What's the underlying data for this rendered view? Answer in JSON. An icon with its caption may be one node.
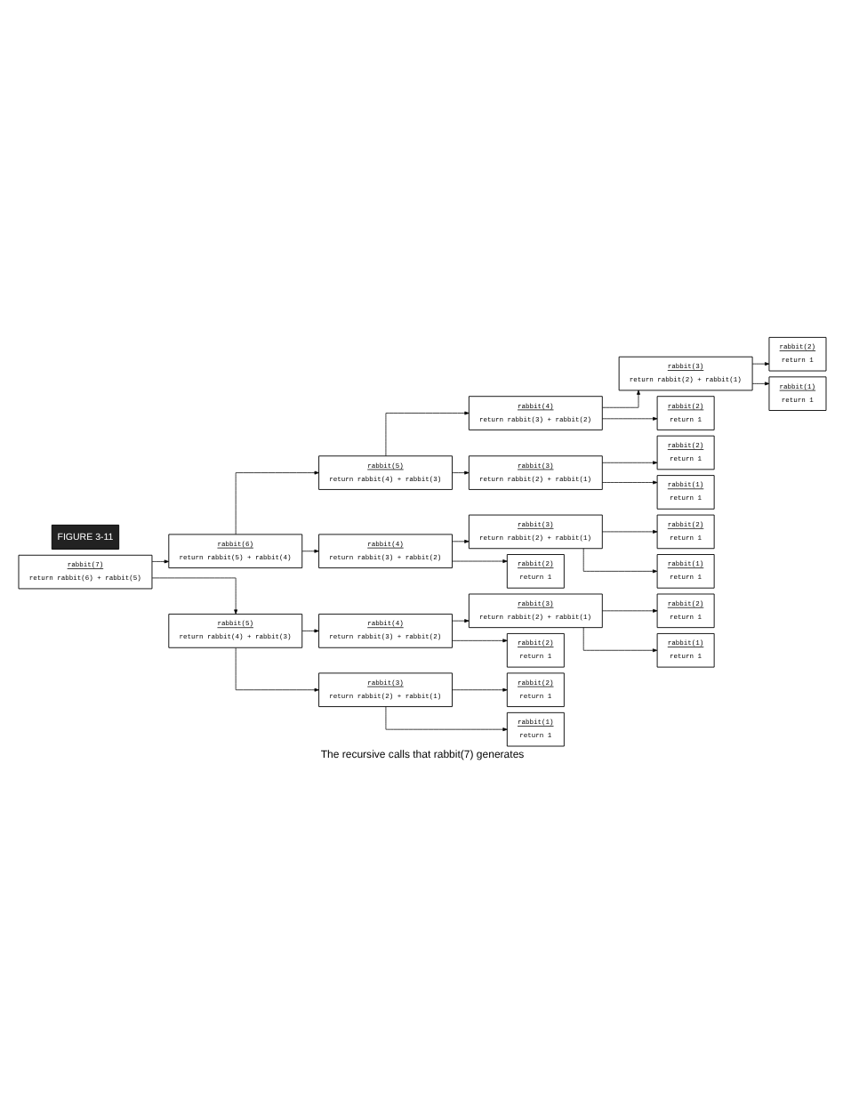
{
  "diagram": {
    "caption": "The recursive calls that rabbit(7) generates",
    "nodes": [
      {
        "text": [
          "rabbit(7)",
          "return rabbit(6) + rabbit(5)"
        ]
      },
      {
        "text": [
          "rabbit(6)",
          "return rabbit(5) + rabbit(4)"
        ]
      },
      {
        "text": [
          "rabbit(5)",
          "return rabbit(4) + rabbit(3)"
        ]
      },
      {
        "text": [
          "rabbit(4)",
          "return rabbit(3) + rabbit(2)"
        ]
      },
      {
        "text": [
          "rabbit(3)",
          "return rabbit(2) + rabbit(1)"
        ]
      },
      {
        "text": [
          "rabbit(2)",
          "return 1"
        ]
      },
      {
        "text": [
          "rabbit(1)",
          "return 1"
        ]
      },
      {
        "text": [
          "rabbit(2)",
          "return 1"
        ]
      },
      {
        "text": [
          "rabbit(3)",
          "return rabbit(2) + rabbit(1)"
        ]
      },
      {
        "text": [
          "rabbit(2)",
          "return 1"
        ]
      },
      {
        "text": [
          "rabbit(1)",
          "return 1"
        ]
      },
      {
        "text": [
          "rabbit(4)",
          "return rabbit(3) + rabbit(2)"
        ]
      },
      {
        "text": [
          "rabbit(3)",
          "return rabbit(2) + rabbit(1)"
        ]
      },
      {
        "text": [
          "rabbit(2)",
          "return 1"
        ]
      },
      {
        "text": [
          "rabbit(1)",
          "return 1"
        ]
      },
      {
        "text": [
          "rabbit(2)",
          "return 1"
        ]
      },
      {
        "text": [
          "rabbit(5)",
          "return rabbit(4) + rabbit(3)"
        ]
      },
      {
        "text": [
          "rabbit(4)",
          "return rabbit(3) + rabbit(2)"
        ]
      },
      {
        "text": [
          "rabbit(3)",
          "return rabbit(2) + rabbit(1)"
        ]
      },
      {
        "text": [
          "rabbit(2)",
          "return 1"
        ]
      },
      {
        "text": [
          "rabbit(1)",
          "return 1"
        ]
      },
      {
        "text": [
          "rabbit(2)",
          "return 1"
        ]
      },
      {
        "text": [
          "rabbit(3)",
          "return rabbit(2) + rabbit(1)"
        ]
      },
      {
        "text": [
          "rabbit(2)",
          "return 1"
        ]
      },
      {
        "text": [
          "rabbit(1)",
          "return 1"
        ]
      }
    ],
    "edges": [
      {
        "from": 0,
        "to": 1,
        "arrow": "to"
      },
      {
        "from": 1,
        "to": 2,
        "arrow": "to"
      },
      {
        "from": 2,
        "to": 3,
        "arrow": "to"
      },
      {
        "from": 3,
        "to": 4,
        "arrow": "to"
      },
      {
        "from": 4,
        "to": 5,
        "arrow": "to"
      },
      {
        "from": 4,
        "to": 6,
        "arrow": "to"
      },
      {
        "from": 3,
        "to": 7,
        "arrow": "to"
      },
      {
        "from": 2,
        "to": 8,
        "arrow": "to"
      },
      {
        "from": 8,
        "to": 9,
        "arrow": "to"
      },
      {
        "from": 8,
        "to": 10,
        "arrow": "to"
      },
      {
        "from": 1,
        "to": 11,
        "arrow": "to"
      },
      {
        "from": 11,
        "to": 12,
        "arrow": "to"
      },
      {
        "from": 12,
        "to": 13,
        "arrow": "to"
      },
      {
        "from": 12,
        "to": 14,
        "arrow": "to"
      },
      {
        "from": 11,
        "to": 15,
        "arrow": "to"
      },
      {
        "from": 0,
        "to": 16,
        "arrow": "to"
      },
      {
        "from": 16,
        "to": 17,
        "arrow": "to"
      },
      {
        "from": 17,
        "to": 18,
        "arrow": "to"
      },
      {
        "from": 18,
        "to": 19,
        "arrow": "to"
      },
      {
        "from": 18,
        "to": 20,
        "arrow": "to"
      },
      {
        "from": 17,
        "to": 21,
        "arrow": "to"
      },
      {
        "from": 16,
        "to": 22,
        "arrow": "to"
      },
      {
        "from": 22,
        "to": 23,
        "arrow": "to"
      },
      {
        "from": 22,
        "to": 24,
        "arrow": "to"
      }
    ],
    "labels": [
      "FIGURE 3-11"
    ]
  }
}
